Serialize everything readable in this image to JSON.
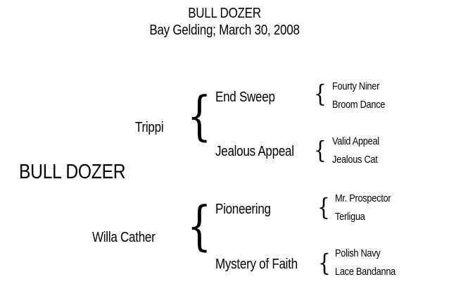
{
  "header": {
    "name": "BULL DOZER",
    "subtitle": "Bay Gelding; March 30, 2008"
  },
  "horse": "BULL DOZER",
  "sire": {
    "name": "Trippi",
    "sire": {
      "name": "End Sweep",
      "sire": "Fourty Niner",
      "dam": "Broom Dance"
    },
    "dam": {
      "name": "Jealous Appeal",
      "sire": "Valid Appeal",
      "dam": "Jealous Cat"
    }
  },
  "dam": {
    "name": "Willa Cather",
    "sire": {
      "name": "Pioneering",
      "sire": "Mr. Prospector",
      "dam": "Terligua"
    },
    "dam": {
      "name": "Mystery of Faith",
      "sire": "Polish Navy",
      "dam": "Lace Bandanna"
    }
  },
  "glyphs": {
    "brace": "{"
  }
}
